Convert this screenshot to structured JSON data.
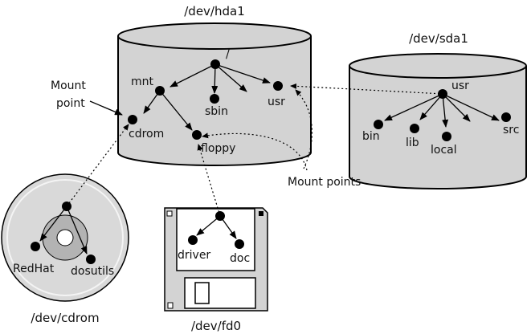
{
  "devices": {
    "hda1": "/dev/hda1",
    "sda1": "/dev/sda1",
    "cdrom": "/dev/cdrom",
    "fd0": "/dev/fd0"
  },
  "hda1_tree": {
    "root": "/",
    "mnt": "mnt",
    "sbin": "sbin",
    "usr": "usr",
    "cdrom": "cdrom",
    "floppy": "floppy"
  },
  "sda1_tree": {
    "usr": "usr",
    "bin": "bin",
    "lib": "lib",
    "local": "local",
    "src": "src"
  },
  "cdrom_tree": {
    "redhat": "RedHat",
    "dosutils": "dosutils"
  },
  "fd0_tree": {
    "driver": "driver",
    "doc": "doc"
  },
  "annotations": {
    "mount_point_line1": "Mount",
    "mount_point_line2": "point",
    "mount_points": "Mount points"
  }
}
